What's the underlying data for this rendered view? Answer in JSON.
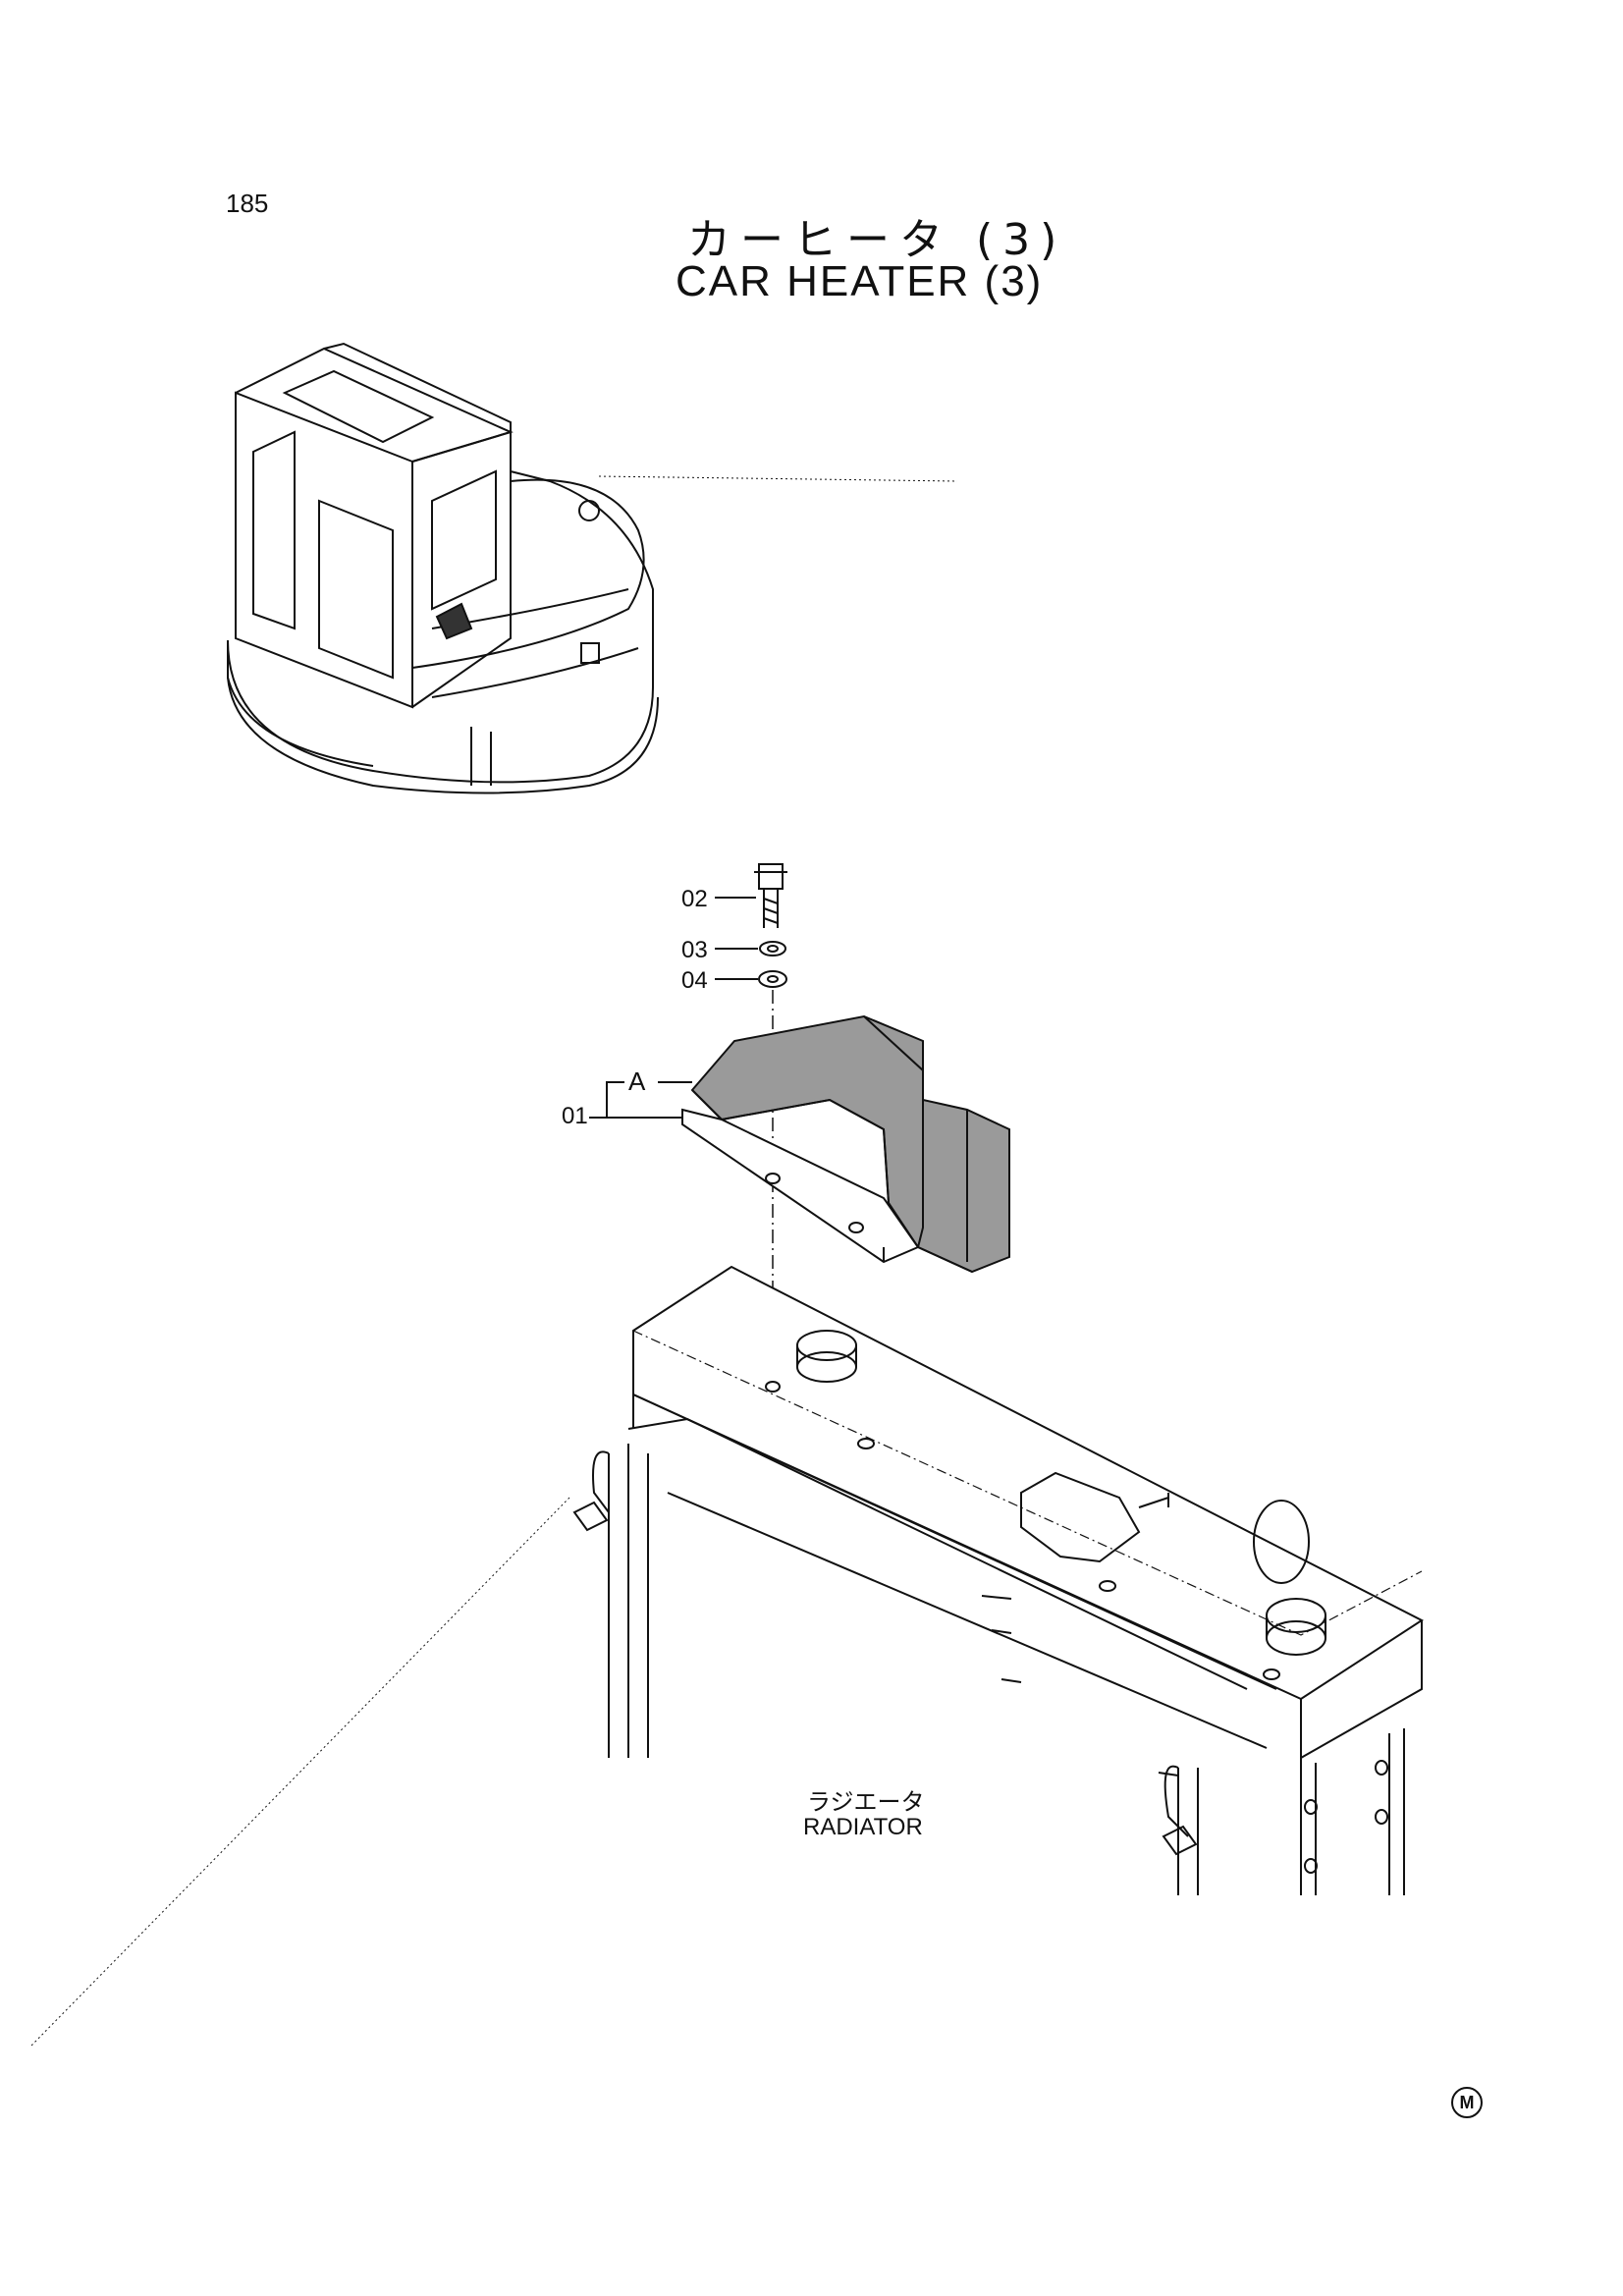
{
  "page_number": "185",
  "title": {
    "japanese": "カーヒータ (3)",
    "english": "CAR HEATER (3)"
  },
  "parts": {
    "p02": "02",
    "p03": "03",
    "p04": "04",
    "pA": "A",
    "p01": "01"
  },
  "radiator_label": {
    "japanese": "ラジエータ",
    "english": "RADIATOR"
  },
  "corner_mark": "M"
}
